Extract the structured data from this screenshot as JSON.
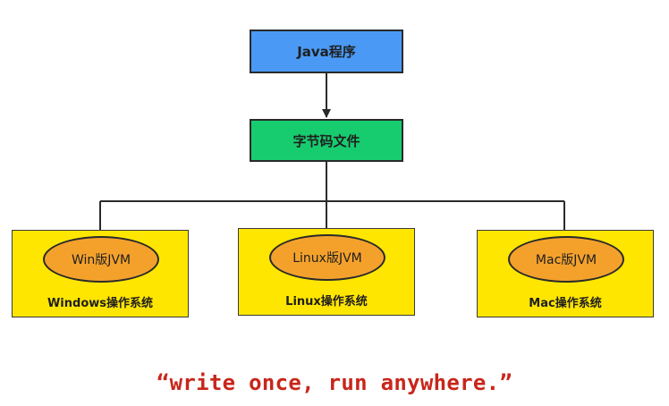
{
  "diagram": {
    "source": "Java程序",
    "intermediate": "字节码文件",
    "platforms": [
      {
        "jvm": "Win版JVM",
        "os": "Windows操作系统"
      },
      {
        "jvm": "Linux版JVM",
        "os": "Linux操作系统"
      },
      {
        "jvm": "Mac版JVM",
        "os": "Mac操作系统"
      }
    ],
    "slogan": "“write once, run anywhere.”"
  },
  "colors": {
    "java_box": "#4a9af5",
    "bytecode_box": "#17cc6f",
    "os_box": "#ffe600",
    "jvm_ellipse": "#f4a12c",
    "slogan_text": "#c8261b"
  }
}
